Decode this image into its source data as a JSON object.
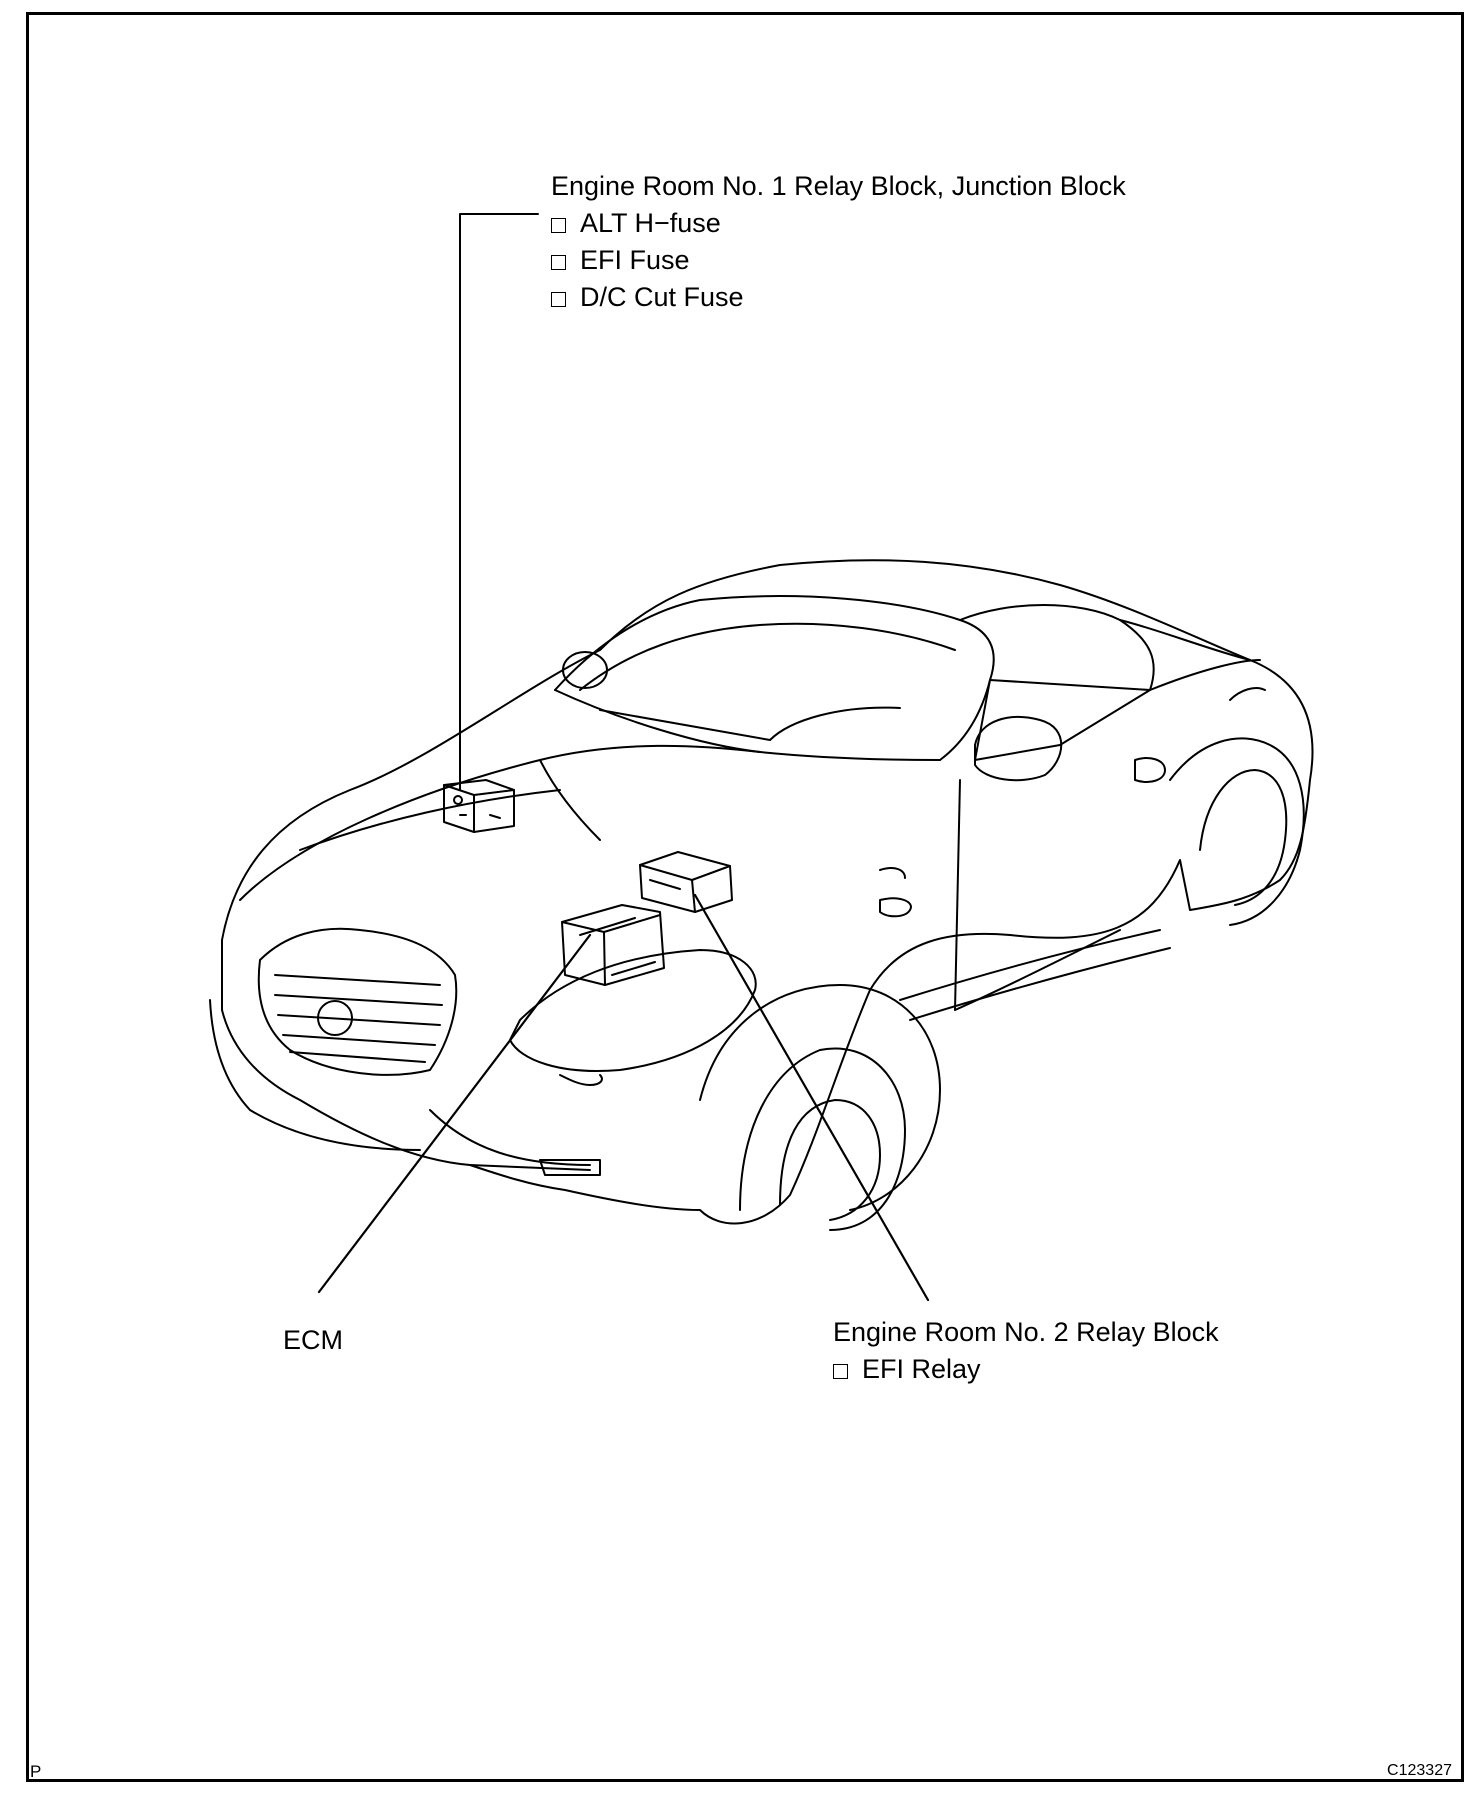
{
  "callouts": {
    "relay_block_1": {
      "title": "Engine Room No. 1 Relay Block, Junction Block",
      "items": [
        "ALT H−fuse",
        "EFI Fuse",
        "D/C Cut Fuse"
      ]
    },
    "ecm": {
      "title": "ECM"
    },
    "relay_block_2": {
      "title": "Engine Room No. 2 Relay Block",
      "items": [
        "EFI Relay"
      ]
    }
  },
  "footer": {
    "left_mark": "P",
    "figure_id": "C123327"
  }
}
